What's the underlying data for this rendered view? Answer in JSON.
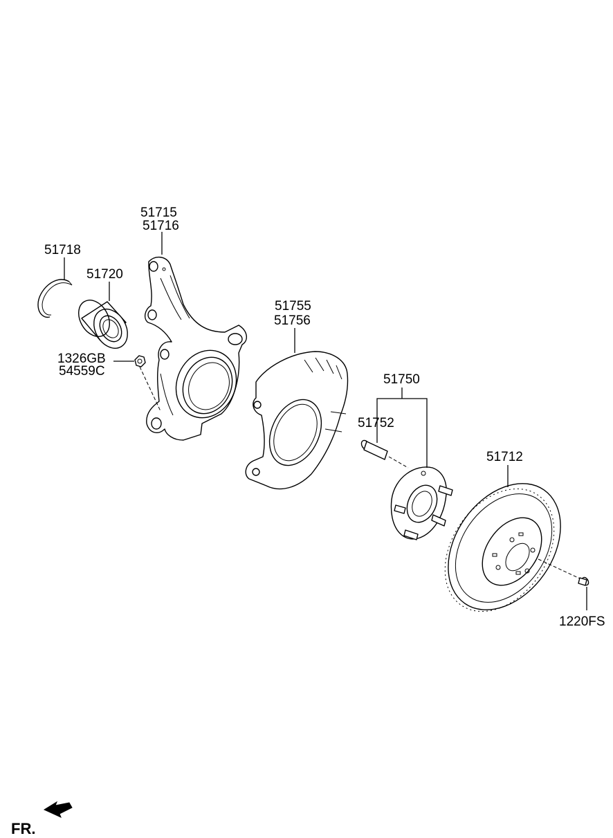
{
  "labels": {
    "p51715": "51715",
    "p51716": "51716",
    "p51718": "51718",
    "p51720": "51720",
    "p1326GB": "1326GB",
    "p54559C": "54559C",
    "p51755": "51755",
    "p51756": "51756",
    "p51750": "51750",
    "p51752": "51752",
    "p51712": "51712",
    "p1220FS": "1220FS"
  },
  "direction": {
    "label": "FR.",
    "icon": "forward-arrow-icon"
  }
}
